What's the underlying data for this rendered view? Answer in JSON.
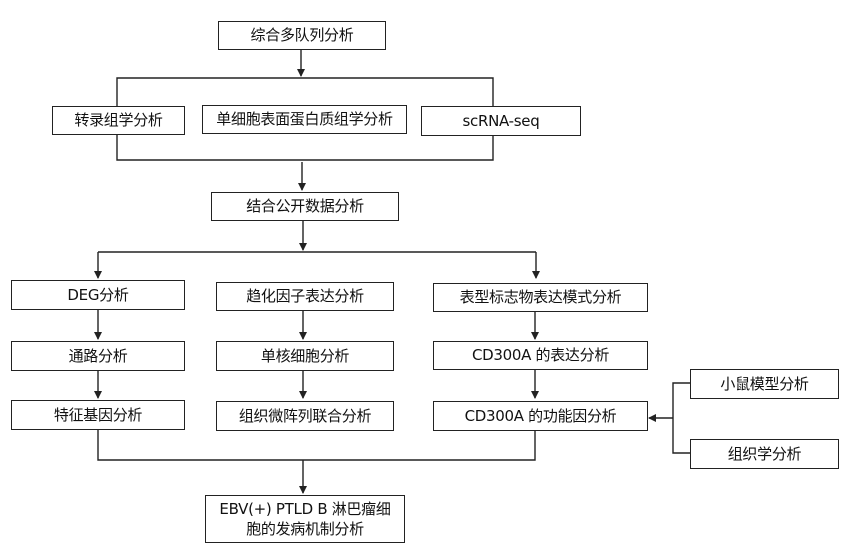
{
  "diagram": {
    "top": {
      "label": "综合多队列分析"
    },
    "level2": [
      {
        "label": "转录组学分析"
      },
      {
        "label": "单细胞表面蛋白质组学分析"
      },
      {
        "label": "scRNA-seq"
      }
    ],
    "merge": {
      "label": "结合公开数据分析"
    },
    "columns": [
      {
        "steps": [
          {
            "label": "DEG分析"
          },
          {
            "label": "通路分析"
          },
          {
            "label": "特征基因分析"
          }
        ]
      },
      {
        "steps": [
          {
            "label": "趋化因子表达分析"
          },
          {
            "label": "单核细胞分析"
          },
          {
            "label": "组织微阵列联合分析"
          }
        ]
      },
      {
        "steps": [
          {
            "label": "表型标志物表达模式分析"
          },
          {
            "label": "CD300A 的表达分析"
          },
          {
            "label": "CD300A 的功能因分析"
          }
        ]
      }
    ],
    "side_inputs": [
      {
        "label": "小鼠模型分析"
      },
      {
        "label": "组织学分析"
      }
    ],
    "final": {
      "label": "EBV(+) PTLD B 淋巴瘤细胞的发病机制分析"
    }
  }
}
